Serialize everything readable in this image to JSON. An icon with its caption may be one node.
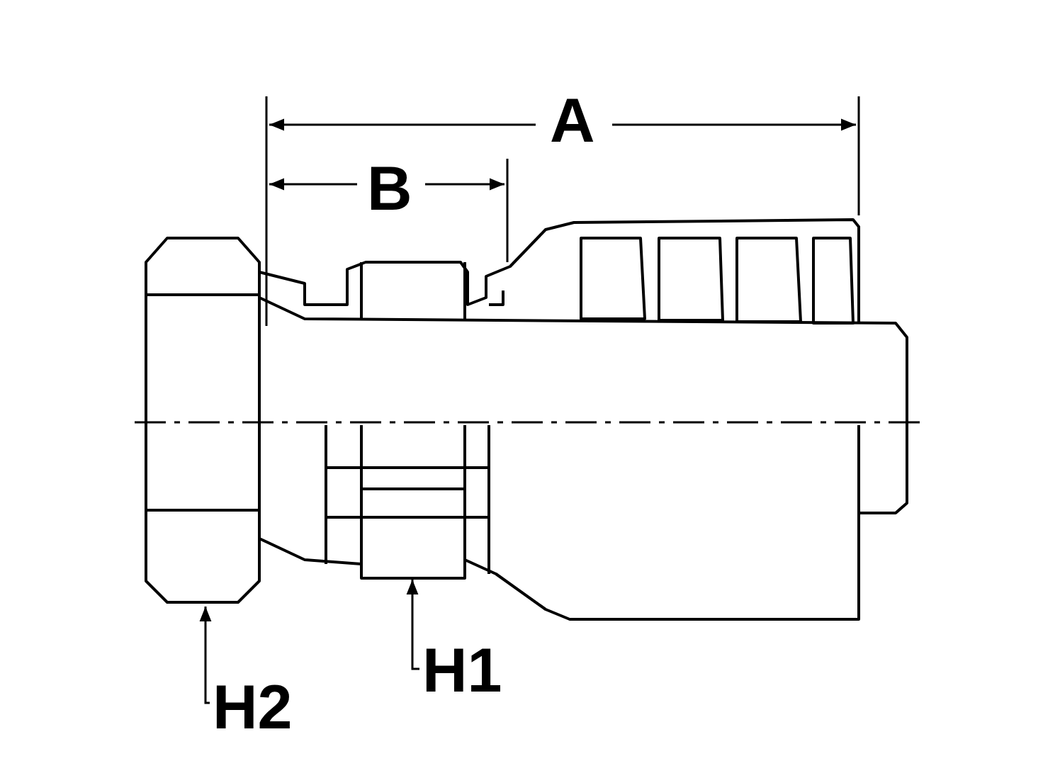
{
  "diagram": {
    "nodes": [
      {
        "text": [
          "H2"
        ]
      },
      {
        "text": [
          "H1"
        ]
      }
    ],
    "edges": [
      {
        "from": 0,
        "to": null,
        "arrow": "to"
      },
      {
        "from": 1,
        "to": null,
        "arrow": "to"
      }
    ],
    "labels": [
      "A",
      "B"
    ]
  }
}
